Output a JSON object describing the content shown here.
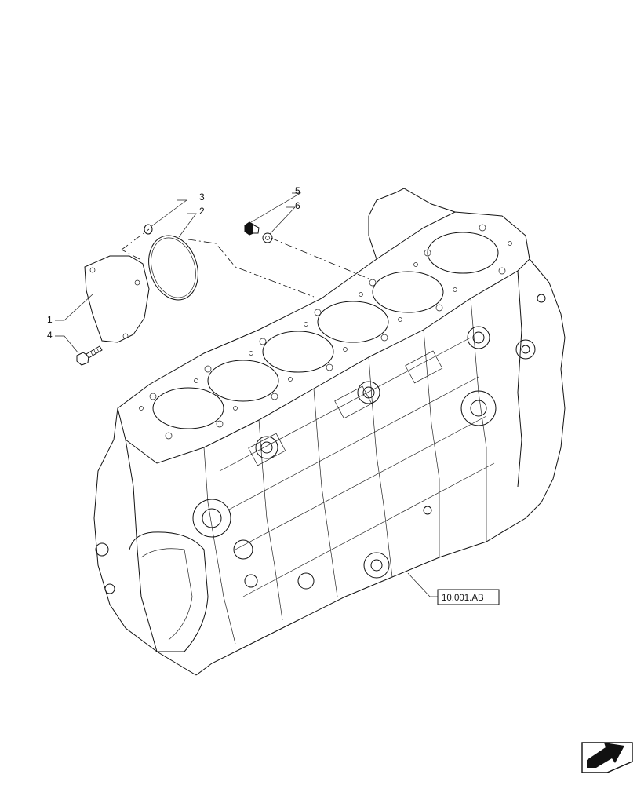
{
  "diagram": {
    "callouts": [
      "1",
      "2",
      "3",
      "4",
      "5",
      "6"
    ],
    "reference_label": "10.001.AB"
  },
  "icons": {
    "nav": "next-page-arrow-icon"
  }
}
